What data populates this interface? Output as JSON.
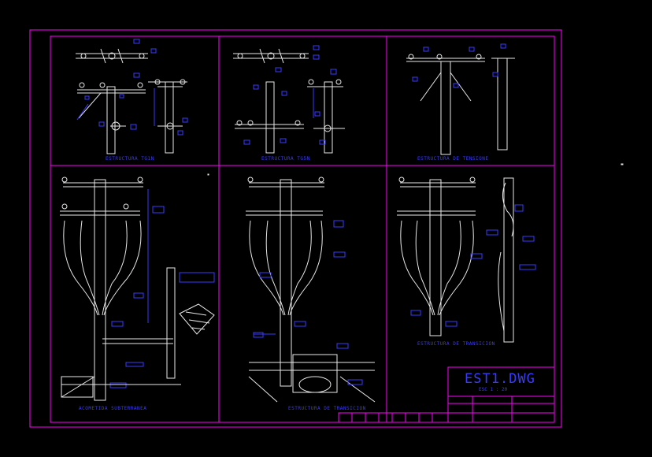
{
  "drawing": {
    "title": "EST1.DWG",
    "scale": "ESC 1 : 20"
  },
  "panels": {
    "top_left": "ESTRUCTURA TG1N",
    "top_middle": "ESTRUCTURA TG5N",
    "top_right": "ESTRUCTURA DE TENSIONE",
    "bottom_left": "ACOMETIDA SUBTERRANEA",
    "bottom_middle": "ESTRUCTURA DE TRANSICION",
    "bottom_right": "ESTRUCTURA DE TRANSICION"
  },
  "colors": {
    "background": "#000000",
    "frame": "#ff00ff",
    "lines": "#e8e8e8",
    "annotations": "#3a3aff"
  }
}
